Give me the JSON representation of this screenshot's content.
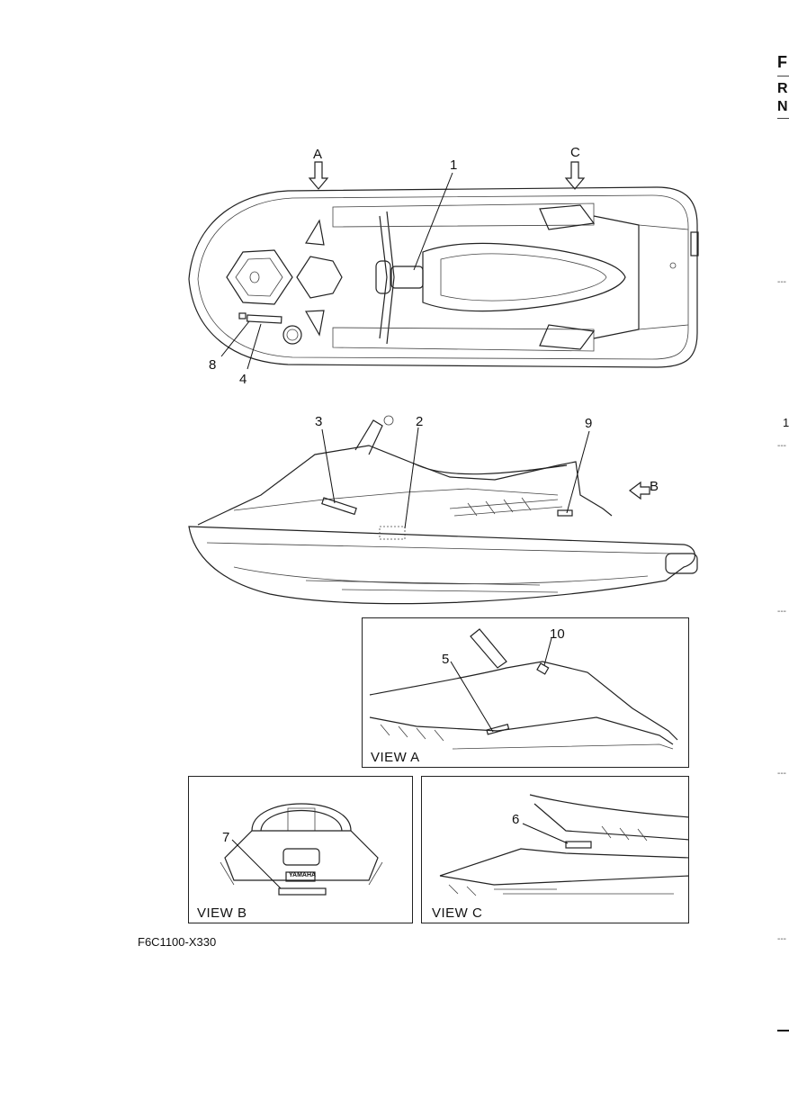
{
  "figure": {
    "code": "F6C1100-X330",
    "arrows": {
      "a": "A",
      "b": "B",
      "c": "C"
    },
    "callouts": {
      "n1": "1",
      "n2": "2",
      "n3": "3",
      "n4": "4",
      "n5": "5",
      "n6": "6",
      "n7": "7",
      "n8": "8",
      "n9": "9",
      "n10": "10"
    },
    "views": {
      "a": "VIEW A",
      "b": "VIEW B",
      "c": "VIEW C"
    },
    "plate_text": "YAMAHA"
  },
  "edge": {
    "letters": [
      "F",
      "R",
      "N"
    ],
    "digit": "1"
  }
}
